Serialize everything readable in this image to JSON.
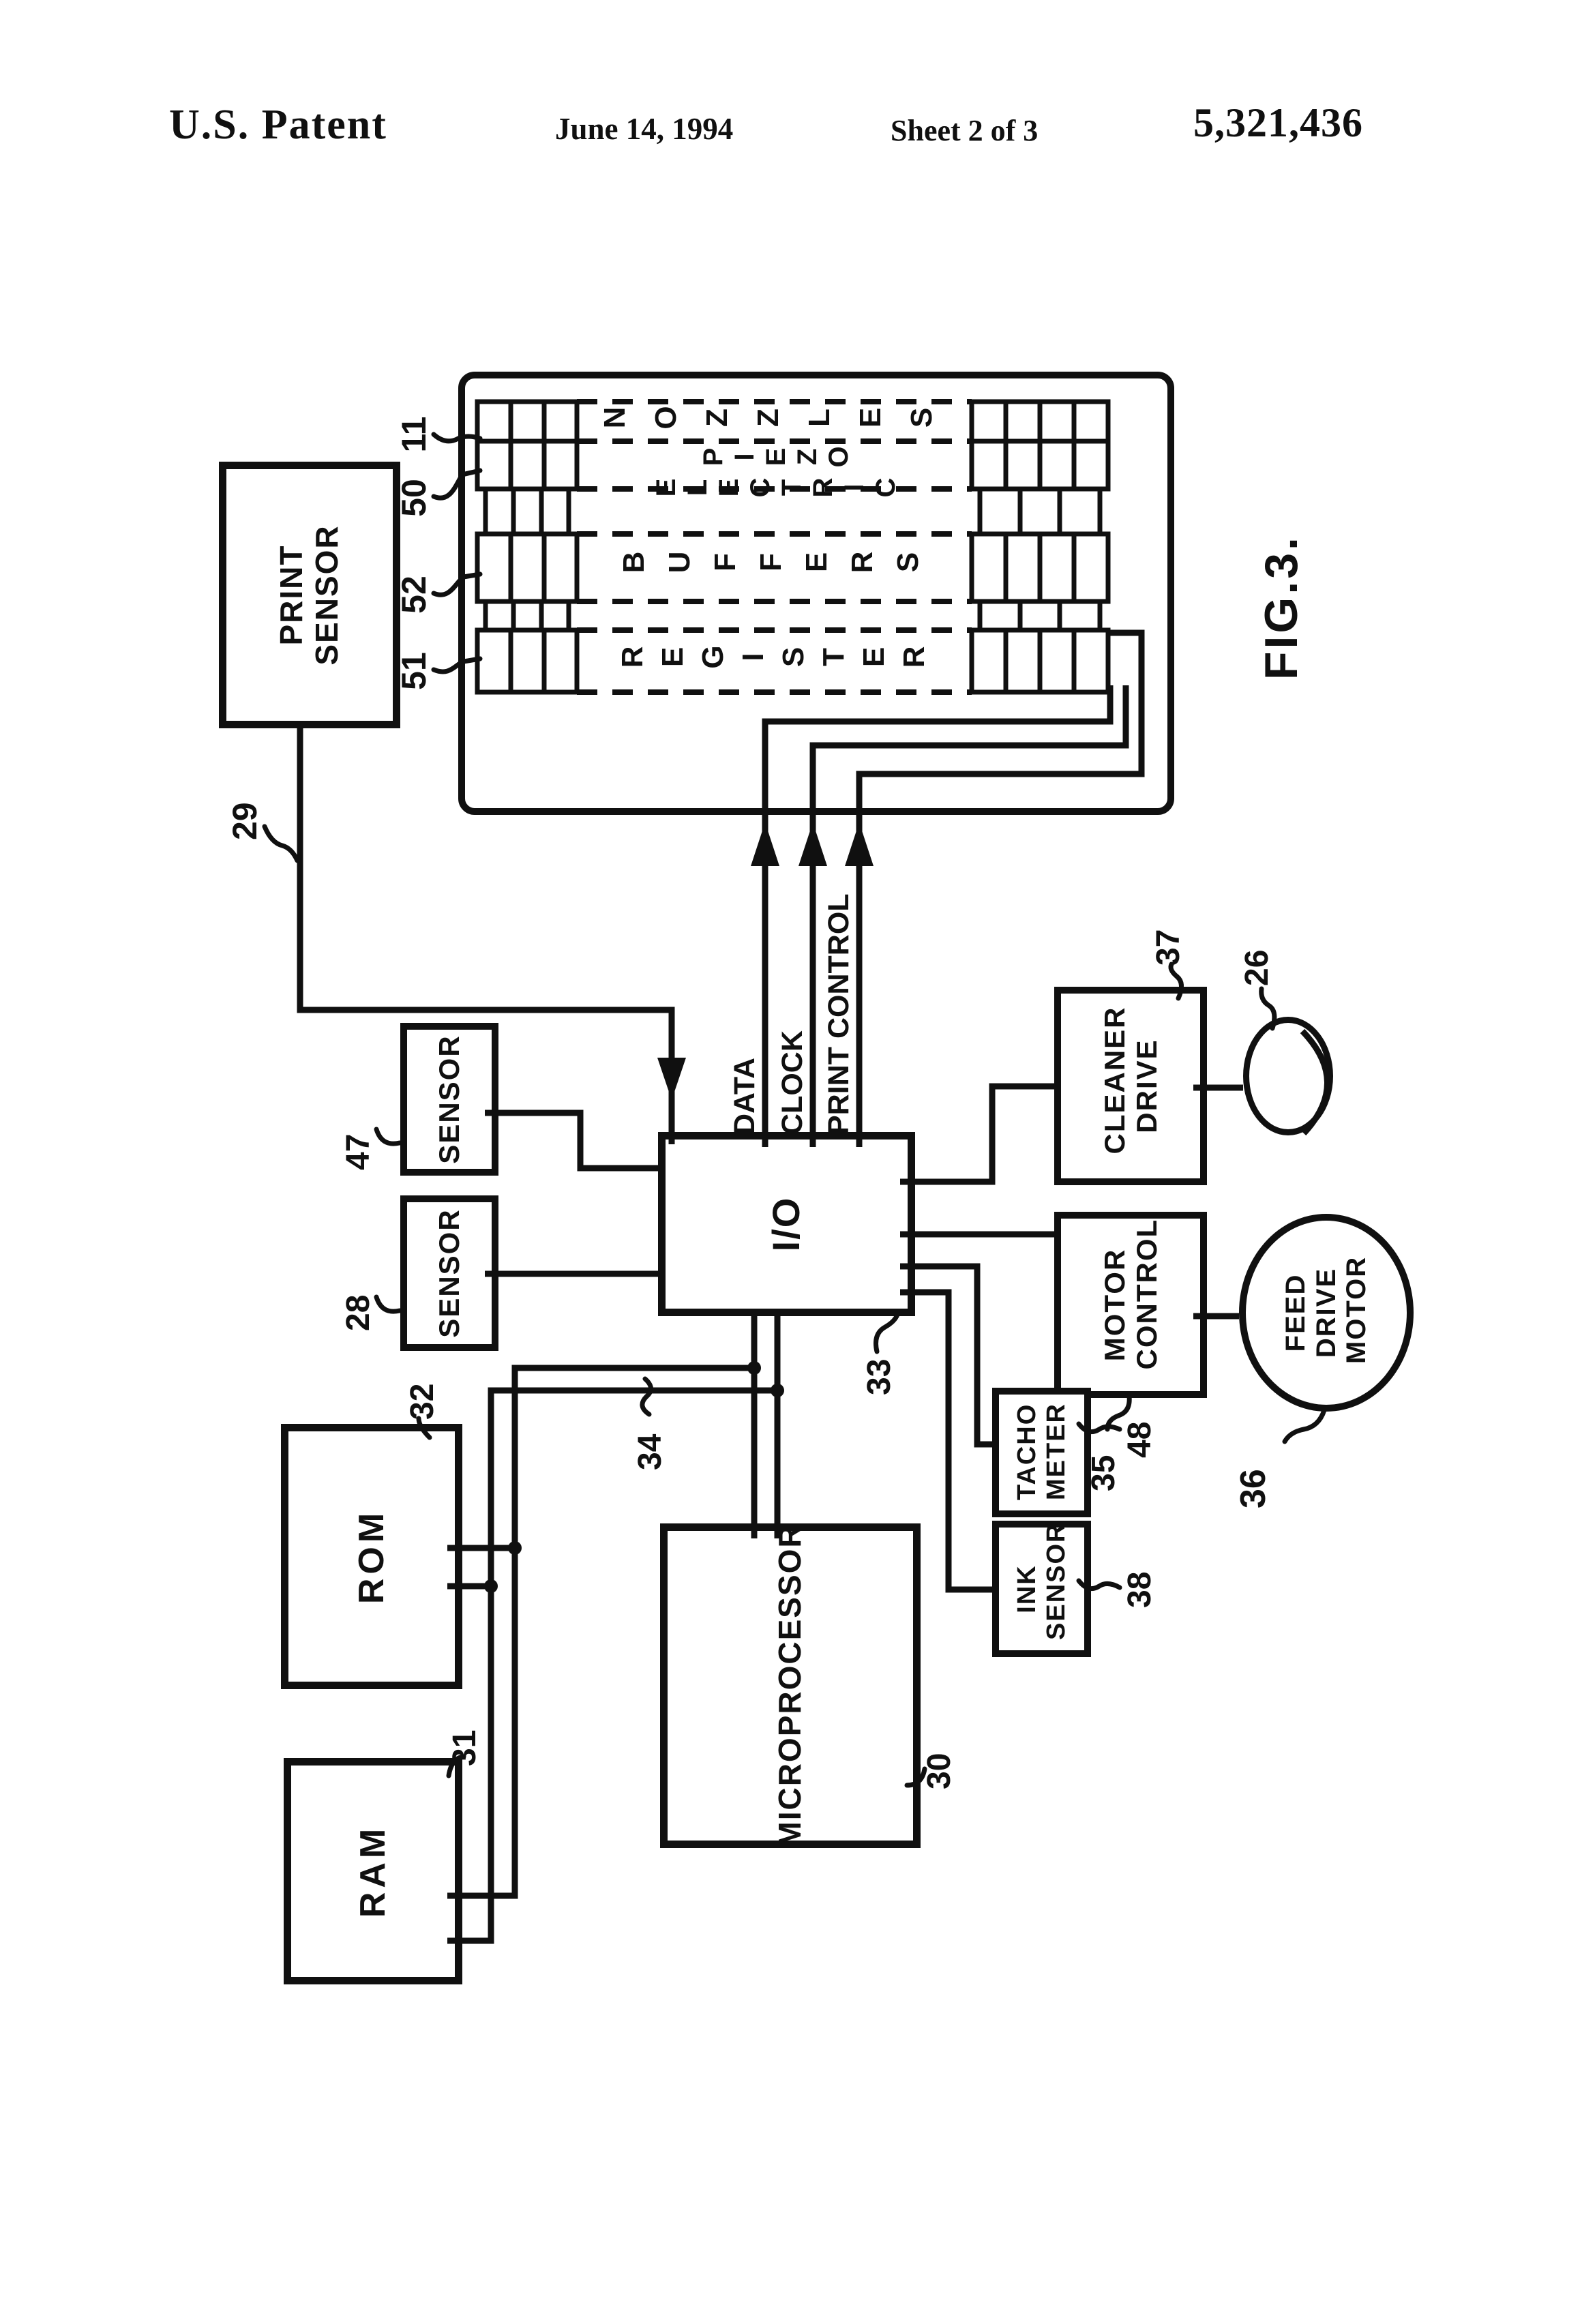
{
  "header": {
    "title": "U.S. Patent",
    "date": "June 14, 1994",
    "sheet": "Sheet 2 of 3",
    "patent_number": "5,321,436"
  },
  "figure": {
    "label": "FIG.3."
  },
  "print_sensor": {
    "label": "PRINT SENSOR",
    "ref": "29"
  },
  "print_head": {
    "nozzles_label": "NOZZLES",
    "piezo_label": "PIEZO ELECTRIC",
    "buffers_label": "BUFFERS",
    "registers_label": "REGISTER",
    "refs": {
      "nozzles": "11",
      "piezo": "50",
      "buffers": "52",
      "registers": "51"
    }
  },
  "signals": {
    "data": "DATA",
    "clock": "CLOCK",
    "print_control": "PRINT CONTROL"
  },
  "io": {
    "label": "I/O",
    "ref": "33"
  },
  "sensor_47": {
    "label": "SENSOR",
    "ref": "47"
  },
  "sensor_28": {
    "label": "SENSOR",
    "ref": "28"
  },
  "cleaner_drive": {
    "label": "CLEANER DRIVE",
    "ref": "37"
  },
  "cleaner_roller": {
    "ref": "26"
  },
  "motor_control": {
    "label": "MOTOR CONTROL",
    "ref": "35"
  },
  "feed_drive_motor": {
    "label": "FEED DRIVE MOTOR",
    "ref": "36"
  },
  "tacho_meter": {
    "label": "TACHO METER",
    "ref": "48"
  },
  "ink_sensor": {
    "label": "INK SENSOR",
    "ref": "38"
  },
  "microprocessor": {
    "label": "MICROPROCESSOR",
    "ref": "30"
  },
  "ram": {
    "label": "RAM",
    "ref": "31"
  },
  "rom": {
    "label": "ROM",
    "ref": "32"
  },
  "bus": {
    "ref": "34"
  }
}
